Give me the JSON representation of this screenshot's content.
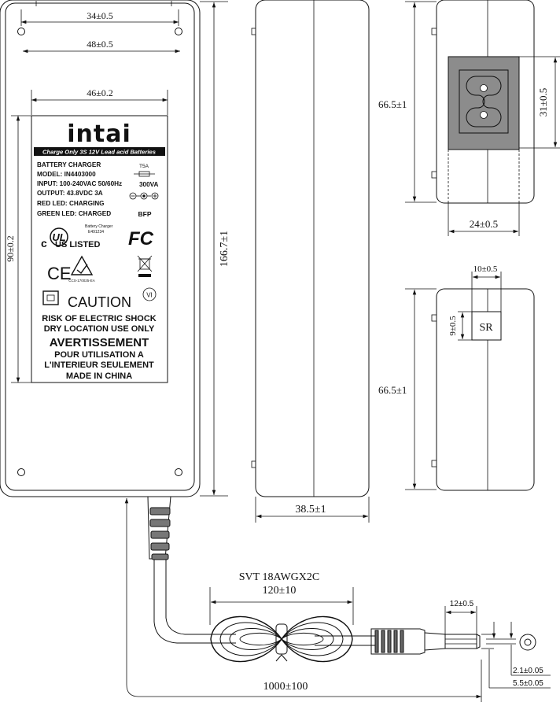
{
  "label": {
    "brand": "intai",
    "banner": "Charge Only 3S 12V Lead acid Batteries",
    "fuse": "T5A",
    "lines": [
      "BATTERY CHARGER",
      "MODEL: IN4403000",
      "INPUT: 100-240VAC 50/60Hz",
      "OUTPUT: 43.8VDC 3A",
      "RED LED: CHARGING",
      "GREEN LED: CHARGED"
    ],
    "power": "300VA",
    "bfp": "BFP",
    "ul_c": "c",
    "ul_mark": "UL",
    "ul_listed": "US LISTED",
    "ul_note1": "Battery Charger",
    "ul_note2": "E491234",
    "fc": "FC",
    "ce": "CE",
    "rcm_code": "CCS-170025-EA",
    "vi": "VI",
    "caution": "CAUTION",
    "warning_lines": [
      "RISK OF ELECTRIC SHOCK",
      "DRY LOCATION USE ONLY"
    ],
    "avertissement": "AVERTISSEMENT",
    "french_lines": [
      "POUR UTILISATION A",
      "L'INTERIEUR SEULEMENT"
    ],
    "origin": "MADE IN CHINA"
  },
  "dims": {
    "hole_spacing_top": "34±0.5",
    "width_top": "48±0.5",
    "label_width": "46±0.2",
    "label_height": "90±0.2",
    "length": "166.7±1",
    "thickness": "38.5±1",
    "end_height_top": "66.5±1",
    "socket_height": "31±0.5",
    "end_width": "24±0.5",
    "sr_width": "10±0.5",
    "sr_height": "9±0.5",
    "end_height_bottom": "66.5±1",
    "cable_spec": "SVT 18AWGX2C",
    "coil_length": "120±10",
    "cable_length": "1000±100",
    "plug_length": "12±0.5",
    "pin_diameter": "2.1±0.05",
    "barrel_diameter": "5.5±0.05"
  },
  "sr_label": "SR"
}
